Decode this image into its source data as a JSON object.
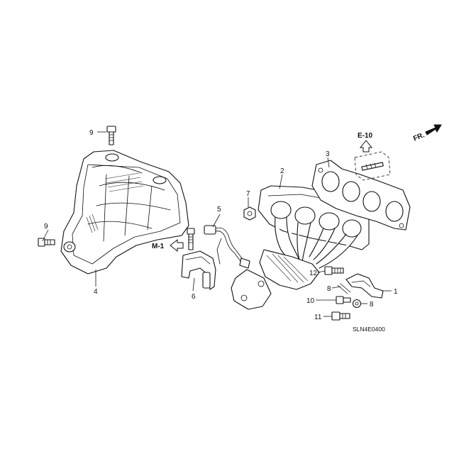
{
  "callouts": {
    "c1": "1",
    "c2": "2",
    "c3": "3",
    "c4": "4",
    "c5": "5",
    "c6": "6",
    "c7": "7",
    "c8a": "8",
    "c8b": "8",
    "c9a": "9",
    "c9b": "9",
    "c10": "10",
    "c11": "11",
    "c12": "12"
  },
  "references": {
    "e10": "E-10",
    "m1": "M-1",
    "front": "FR."
  },
  "diagram_code": "SLN4E0400"
}
